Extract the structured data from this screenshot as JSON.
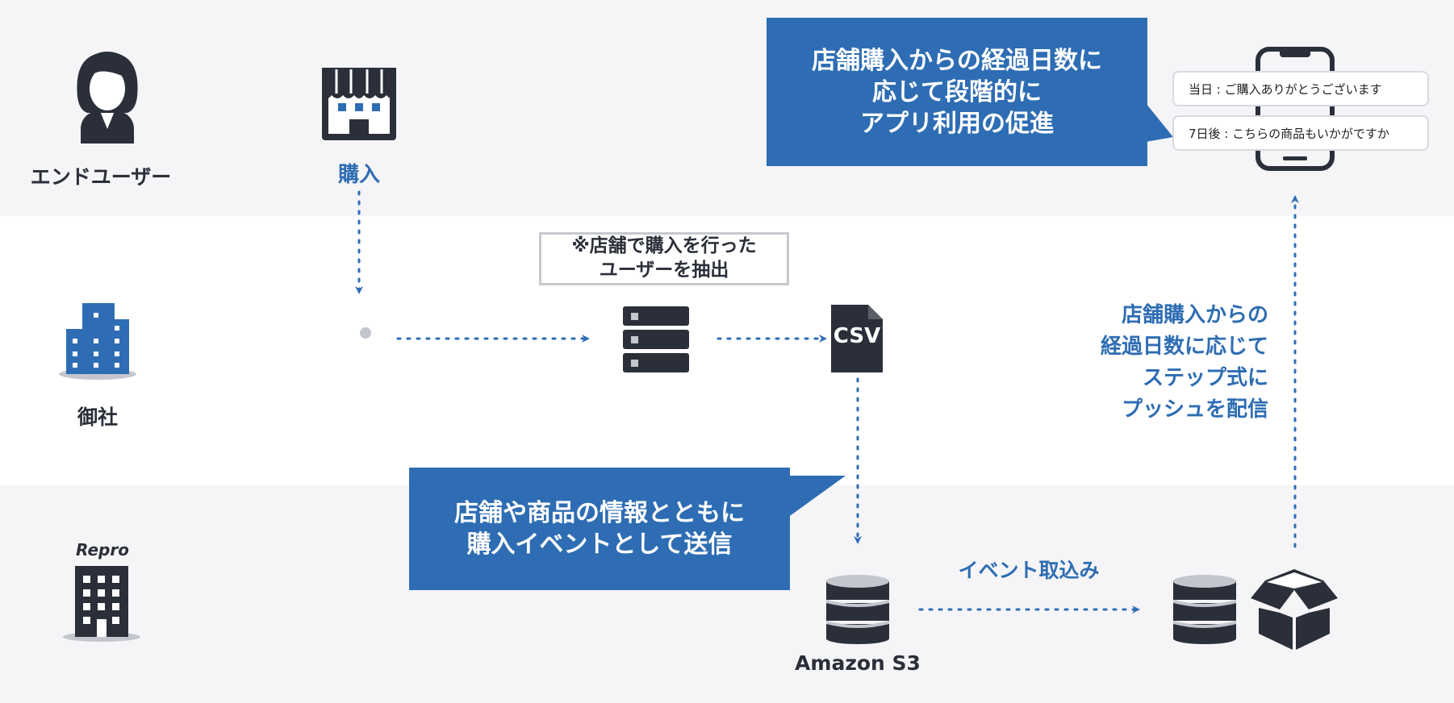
{
  "lanes": {
    "end_user": "エンドユーザー",
    "company": "御社",
    "repro_logo": "Repro"
  },
  "store": {
    "label": "購入"
  },
  "extract_note": {
    "lines": [
      "※店舗で購入を行った",
      "ユーザーを抽出"
    ]
  },
  "csv": {
    "label": "CSV"
  },
  "send_callout": {
    "lines": [
      "店舗や商品の情報とともに",
      "購入イベントとして送信"
    ]
  },
  "s3": {
    "label": "Amazon S3"
  },
  "import": {
    "label": "イベント取込み"
  },
  "promo_callout": {
    "lines": [
      "店舗購入からの経過日数に",
      "応じて段階的に",
      "アプリ利用の促進"
    ]
  },
  "messages": [
    "当日 : ご購入ありがとうございます",
    "7日後 : こちらの商品もいかがですか"
  ],
  "push": {
    "lines": [
      "店舗購入からの",
      "経過日数に応じて",
      "ステップ式に",
      "プッシュを配信"
    ]
  },
  "colors": {
    "accent": "#2e6db3",
    "dark": "#2b2f3a",
    "band": "#f5f5f7",
    "light_gray": "#c7c9cf"
  }
}
